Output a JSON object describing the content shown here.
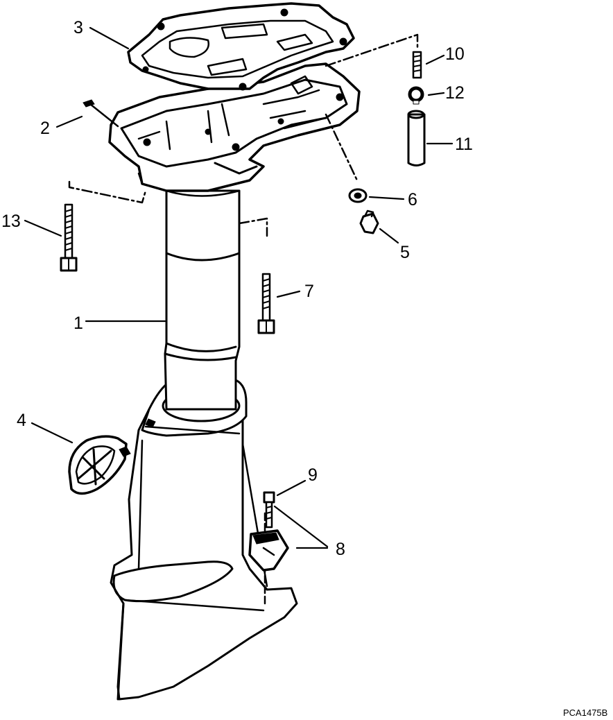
{
  "callouts": {
    "c1": "1",
    "c2": "2",
    "c3": "3",
    "c4": "4",
    "c5": "5",
    "c6": "6",
    "c7": "7",
    "c8": "8",
    "c9": "9",
    "c10": "10",
    "c11": "11",
    "c12": "12",
    "c13": "13"
  },
  "figure_code": "PCA1475B",
  "colors": {
    "ink": "#000000",
    "paper": "#ffffff"
  }
}
